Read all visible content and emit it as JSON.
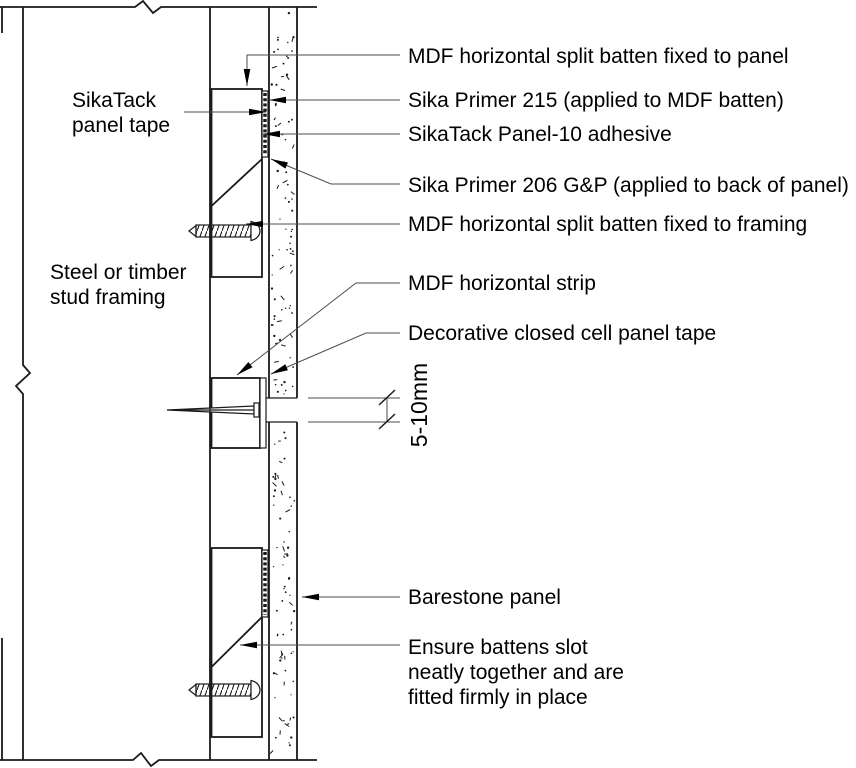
{
  "drawing": {
    "type": "construction-detail-section",
    "left_labels": [
      {
        "name": "sikatack-panel-tape",
        "lines": [
          "SikaTack",
          "panel tape"
        ]
      },
      {
        "name": "steel-or-timber-stud-framing",
        "lines": [
          "Steel or timber",
          "stud framing"
        ]
      }
    ],
    "right_labels": [
      {
        "name": "mdf-split-batten-panel",
        "lines": [
          "MDF horizontal split batten fixed to panel"
        ]
      },
      {
        "name": "sika-primer-215",
        "lines": [
          "Sika Primer 215 (applied to MDF batten)"
        ]
      },
      {
        "name": "sikatack-panel-10-adhesive",
        "lines": [
          "SikaTack Panel-10 adhesive"
        ]
      },
      {
        "name": "sika-primer-206",
        "lines": [
          "Sika Primer 206 G&P (applied to back of panel)"
        ]
      },
      {
        "name": "mdf-split-batten-framing",
        "lines": [
          "MDF horizontal split batten fixed to framing"
        ]
      },
      {
        "name": "mdf-horizontal-strip",
        "lines": [
          "MDF horizontal strip"
        ]
      },
      {
        "name": "decorative-closed-cell-panel-tape",
        "lines": [
          "Decorative closed cell panel tape"
        ]
      },
      {
        "name": "barestone-panel",
        "lines": [
          "Barestone panel"
        ]
      },
      {
        "name": "ensure-battens-note",
        "lines": [
          "Ensure battens slot",
          "neatly together and are",
          "fitted firmly in place"
        ]
      }
    ],
    "dimension": {
      "value": "5-10mm"
    },
    "colors": {
      "object_line": "#1a1a1a",
      "leader_line": "#4d4d4d",
      "text": "#000000",
      "background": "#ffffff"
    }
  }
}
